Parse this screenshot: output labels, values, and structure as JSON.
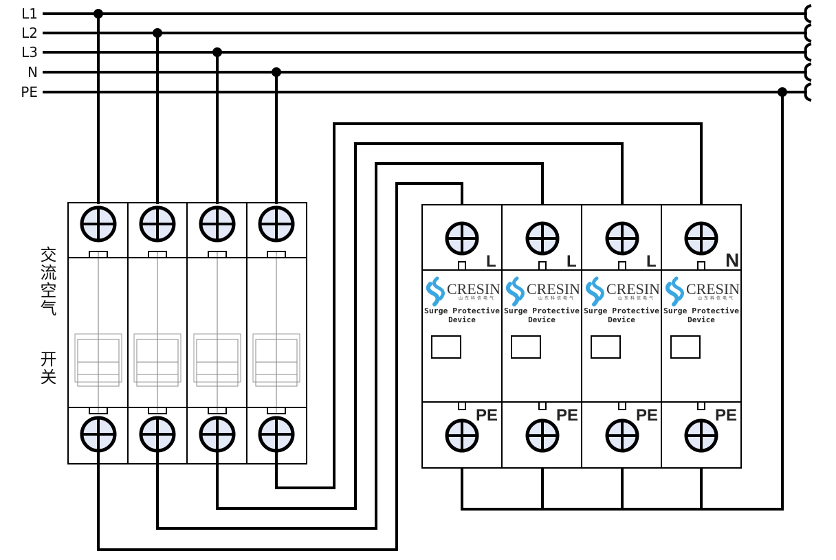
{
  "bus_labels": [
    "L1",
    "L2",
    "L3",
    "N",
    "PE"
  ],
  "breaker": {
    "label_line1": "交流空气",
    "label_line2": "开关",
    "poles": 4
  },
  "spd": {
    "modules": [
      {
        "top_label": "L",
        "bottom_label": "PE"
      },
      {
        "top_label": "L",
        "bottom_label": "PE"
      },
      {
        "top_label": "L",
        "bottom_label": "PE"
      },
      {
        "top_label": "N",
        "bottom_label": "PE"
      }
    ],
    "brand": "CRESIN",
    "brand_sub": "山东科信电气",
    "text_line1": "Surge Protective",
    "text_line2": "Device"
  },
  "colors": {
    "wire": "#000000",
    "terminal_fill": "#e3e9f7",
    "logo_blue": "#3aa7e0"
  }
}
